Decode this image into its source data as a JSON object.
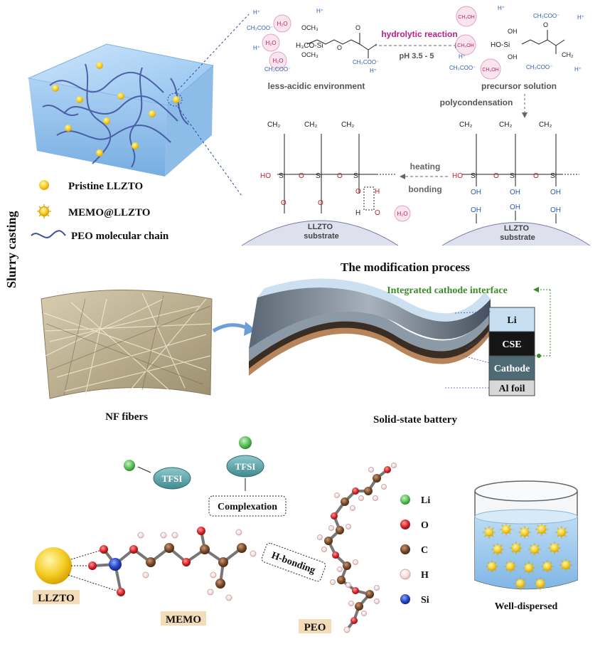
{
  "side_label": "Slurry casting",
  "legend": {
    "pristine": "Pristine LLZTO",
    "memo": "MEMO@LLZTO",
    "peo_chain": "PEO molecular chain"
  },
  "reaction": {
    "hydrolytic": "hydrolytic reaction",
    "ph": "pH 3.5 - 5",
    "less_acidic": "less-acidic environment",
    "precursor": "precursor solution",
    "polycondensation": "polycondensation",
    "heating": "heating",
    "bonding": "bonding",
    "substrate_left": "LLZTO\nsubstrate",
    "substrate_right": "LLZTO\nsubstrate",
    "h2o": "H₂O",
    "ch3oh": "CH₃OH",
    "ch3coo": "CH₃COO⁻",
    "hplus": "H⁺"
  },
  "modification_title": "The modification process",
  "battery": {
    "interface_label": "Integrated cathode interface",
    "layers": [
      "Li",
      "CSE",
      "Cathode",
      "Al foil"
    ],
    "nf_caption": "NF fibers",
    "battery_caption": "Solid-state battery"
  },
  "molecule": {
    "tfsi1": "TFSI",
    "tfsi2": "TFSI",
    "complexation": "Complexation",
    "h_bonding": "H-bonding",
    "llzto": "LLZTO",
    "memo": "MEMO",
    "peo": "PEO"
  },
  "atom_legend": [
    {
      "label": "Li",
      "color": "#5cc25a"
    },
    {
      "label": "O",
      "color": "#d8262a"
    },
    {
      "label": "C",
      "color": "#7a4a2a"
    },
    {
      "label": "H",
      "color": "#f6dada"
    },
    {
      "label": "Si",
      "color": "#2747c8"
    }
  ],
  "beaker_caption": "Well-dispersed"
}
